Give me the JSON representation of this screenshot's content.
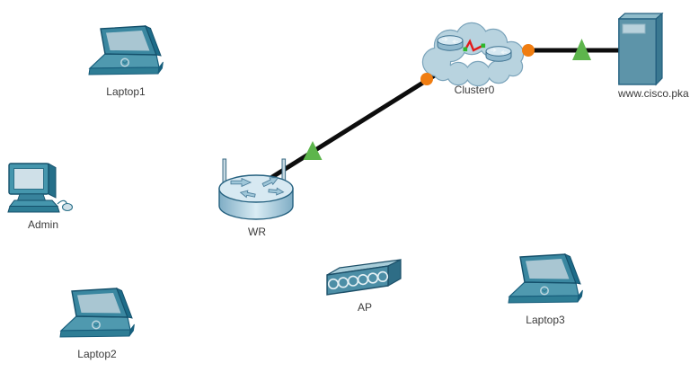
{
  "workspace": {
    "description": "network topology canvas"
  },
  "devices": [
    {
      "id": "laptop1",
      "type": "laptop",
      "label": "Laptop1"
    },
    {
      "id": "admin",
      "type": "desktop-pc",
      "label": "Admin"
    },
    {
      "id": "laptop2",
      "type": "laptop",
      "label": "Laptop2"
    },
    {
      "id": "wr",
      "type": "wireless-router",
      "label": "WR"
    },
    {
      "id": "ap",
      "type": "access-point",
      "label": "AP"
    },
    {
      "id": "laptop3",
      "type": "laptop",
      "label": "Laptop3"
    },
    {
      "id": "cluster0",
      "type": "cloud",
      "label": "Cluster0"
    },
    {
      "id": "server",
      "type": "server-tower",
      "label": "www.cisco.pka"
    }
  ],
  "links": [
    {
      "id": "wr-cluster0",
      "from": "WR",
      "to": "Cluster0",
      "type": "copper-cable",
      "markers": [
        "green-up-triangle-at-WR",
        "orange-port-dot-at-Cluster0"
      ]
    },
    {
      "id": "cluster0-server",
      "from": "Cluster0",
      "to": "www.cisco.pka",
      "type": "copper-cable",
      "markers": [
        "orange-port-dot-at-Cluster0",
        "green-up-triangle-at-server"
      ]
    }
  ],
  "colors": {
    "background": "#ffffff",
    "cable_black": "#0d0d0d",
    "status_up_green": "#5db54c",
    "port_dot_orange": "#f07d11",
    "label_text": "#3b3b3b",
    "device_teal": "#4596ad",
    "device_screen_light": "#a9c6d2",
    "cloud_fill": "#b8d3df",
    "cloud_link_red": "#e31b1b",
    "cloud_link_green": "#2db82d"
  }
}
